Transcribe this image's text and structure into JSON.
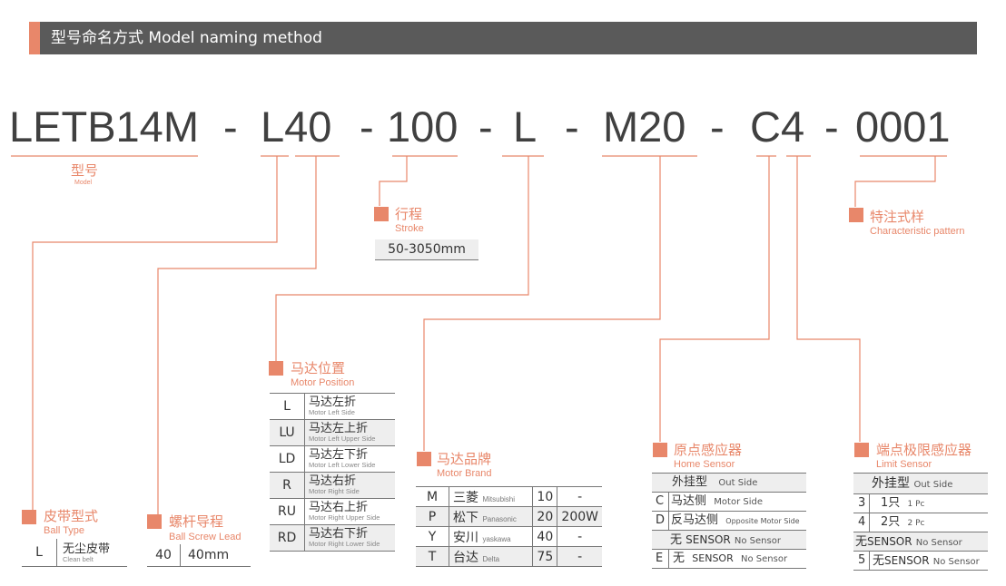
{
  "colors": {
    "accent": "#e8876a",
    "header_bg": "#5a5a5a",
    "text": "#404040"
  },
  "header": {
    "title": "型号命名方式  Model naming method"
  },
  "code": {
    "segments": [
      "LETB14M",
      "-",
      "L40",
      "-",
      "100",
      "-",
      "L",
      "-",
      "M20",
      "-",
      "C4",
      "-",
      "0001"
    ]
  },
  "labels": {
    "model": {
      "cn": "型号",
      "en": "Model"
    },
    "stroke": {
      "cn": "行程",
      "en": "Stroke",
      "value": "50-3050mm"
    },
    "pattern": {
      "cn": "特注式样",
      "en": "Characteristic pattern"
    },
    "motor_position": {
      "cn": "马达位置",
      "en": "Motor Position"
    },
    "motor_brand": {
      "cn": "马达品牌",
      "en": "Motor Brand"
    },
    "home_sensor": {
      "cn": "原点感应器",
      "en": "Home Sensor"
    },
    "limit_sensor": {
      "cn": "端点极限感应器",
      "en": "Limit Sensor"
    },
    "belt_type": {
      "cn": "皮带型式",
      "en": "Ball Type"
    },
    "screw_lead": {
      "cn": "螺杆导程",
      "en": "Ball Screw Lead"
    }
  },
  "belt_type_table": [
    {
      "code": "L",
      "cn": "无尘皮带",
      "en": "Clean belt"
    }
  ],
  "screw_lead_table": [
    {
      "code": "40",
      "value": "40mm"
    }
  ],
  "motor_position_table": [
    {
      "code": "L",
      "cn": "马达左折",
      "en": "Motor Left Side"
    },
    {
      "code": "LU",
      "cn": "马达左上折",
      "en": "Motor Left Upper Side"
    },
    {
      "code": "LD",
      "cn": "马达左下折",
      "en": "Motor Left Lower Side"
    },
    {
      "code": "R",
      "cn": "马达右折",
      "en": "Motor Right Side"
    },
    {
      "code": "RU",
      "cn": "马达右上折",
      "en": "Motor Right Upper Side"
    },
    {
      "code": "RD",
      "cn": "马达右下折",
      "en": "Motor Right Lower Side"
    }
  ],
  "motor_brand_table": [
    {
      "code": "M",
      "cn": "三菱",
      "en": "Mitsubishi",
      "num": "10",
      "power": "-"
    },
    {
      "code": "P",
      "cn": "松下",
      "en": "Panasonic",
      "num": "20",
      "power": "200W"
    },
    {
      "code": "Y",
      "cn": "安川",
      "en": "yaskawa",
      "num": "40",
      "power": "-"
    },
    {
      "code": "T",
      "cn": "台达",
      "en": "Delta",
      "num": "75",
      "power": "-"
    }
  ],
  "home_sensor_table": {
    "outside": {
      "cn": "外挂型",
      "en": "Out Side"
    },
    "rows": [
      {
        "code": "C",
        "cn": "马达侧",
        "en": "Motor Side"
      },
      {
        "code": "D",
        "cn": "反马达侧",
        "en": "Opposite Motor Side"
      }
    ],
    "none": {
      "cn": "无",
      "en1": "SENSOR",
      "en2": "No Sensor"
    },
    "e_row": {
      "code": "E",
      "cn": "无",
      "en1": "SENSOR",
      "en2": "No Sensor"
    }
  },
  "limit_sensor_table": {
    "outside": {
      "cn": "外挂型",
      "en": "Out Side"
    },
    "rows": [
      {
        "code": "3",
        "cn": "1只",
        "en": "1 Pc"
      },
      {
        "code": "4",
        "cn": "2只",
        "en": "2 Pc"
      }
    ],
    "none": {
      "cn": "无",
      "en1": "SENSOR",
      "en2": "No Sensor"
    },
    "five_row": {
      "code": "5",
      "cn": "无",
      "en1": "SENSOR",
      "en2": "No Sensor"
    }
  }
}
